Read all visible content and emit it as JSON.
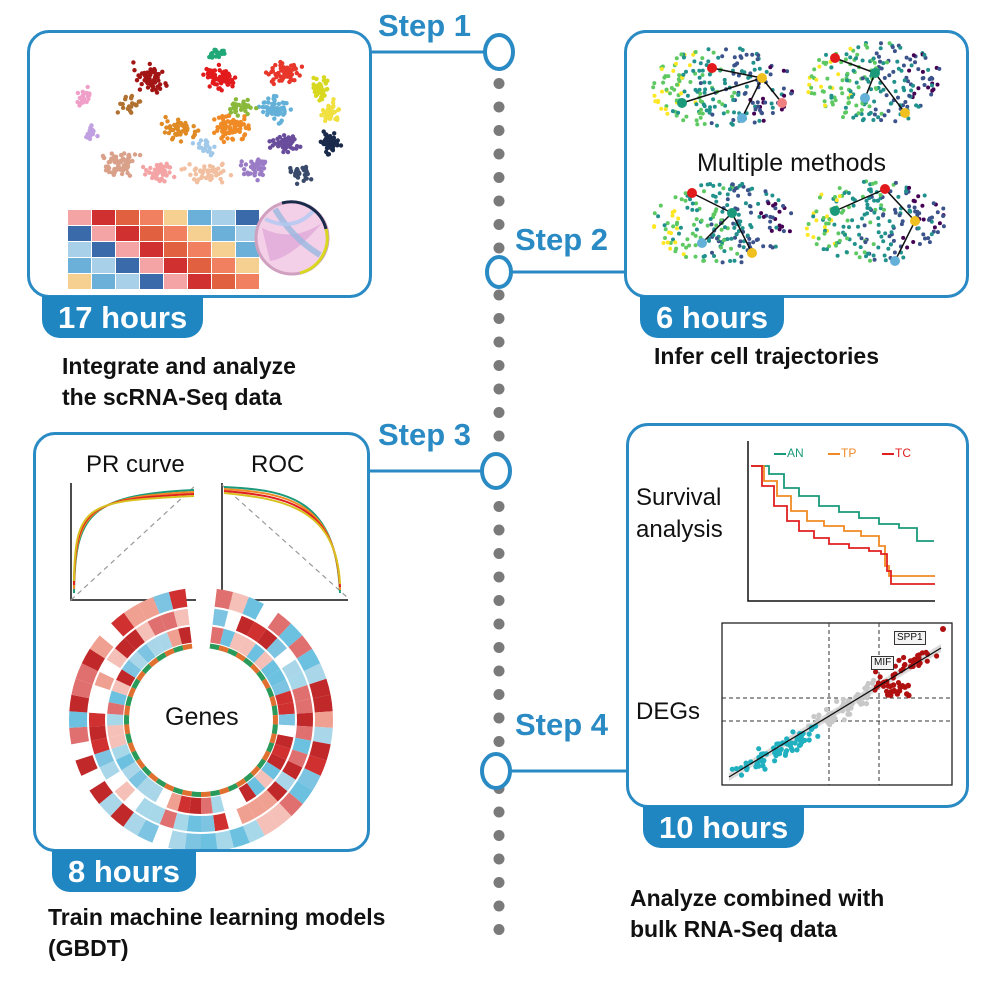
{
  "steps": [
    {
      "label": "Step 1",
      "hours": "17 hours",
      "caption_line1": "Integrate and analyze",
      "caption_line2": "the scRNA-Seq data"
    },
    {
      "label": "Step 2",
      "hours": "6 hours",
      "caption_line1": "Infer cell trajectories",
      "caption_line2": "",
      "inner_label": "Multiple methods"
    },
    {
      "label": "Step 3",
      "hours": "8 hours",
      "caption_line1": "Train machine learning models",
      "caption_line2": "(GBDT)",
      "pr_label": "PR curve",
      "roc_label": "ROC",
      "genes_label": "Genes"
    },
    {
      "label": "Step 4",
      "hours": "10 hours",
      "caption_line1": "Analyze combined with",
      "caption_line2": "bulk RNA-Seq data",
      "survival_line1": "Survival",
      "survival_line2": "analysis",
      "degs_label": "DEGs",
      "spp1_label": "SPP1",
      "mif_label": "MIF"
    }
  ],
  "survival_legend": [
    {
      "name": "AN",
      "color": "#1a9a7a"
    },
    {
      "name": "TP",
      "color": "#f08a24"
    },
    {
      "name": "TC",
      "color": "#e02020"
    }
  ],
  "colors": {
    "accent": "#2a8ac4",
    "tab": "#1f86c2",
    "timeline_dots": "#7a7a7a"
  }
}
